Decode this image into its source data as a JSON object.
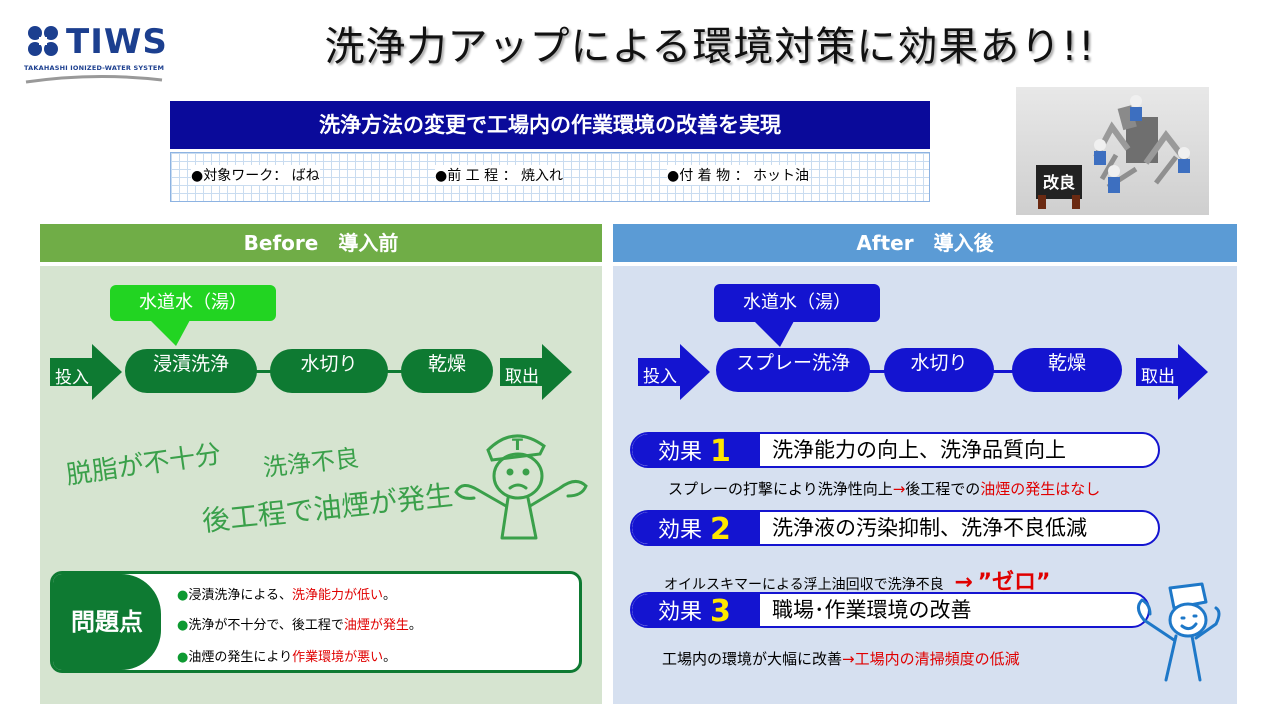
{
  "logo": {
    "brand": "TIWS",
    "tagline": "TAKAHASHI IONIZED-WATER SYSTEM"
  },
  "title": "洗浄力アップによる環境対策に効果あり!!",
  "subtitle": "洗浄方法の変更で工場内の作業環境の改善を実現",
  "info": {
    "work": "●対象ワーク： ばね",
    "process": "●前 工 程  ： 焼入れ",
    "deposit": "●付 着 物  ： ホット油"
  },
  "photo": {
    "sign_text": "改良"
  },
  "before": {
    "header": "Before　導入前",
    "callout": "水道水（湯）",
    "in_label": "投入",
    "out_label": "取出",
    "steps": [
      "浸漬洗浄",
      "水切り",
      "乾燥"
    ],
    "handwritten": [
      "脱脂が不十分",
      "洗浄不良",
      "後工程で油煙が発生"
    ],
    "character_cap_letter": "T",
    "problems_label": "問題点",
    "problems": [
      {
        "text": "浸漬洗浄による、",
        "highlight": "洗浄能力が低い",
        "tail": "。"
      },
      {
        "text": "洗浄が不十分で、後工程で",
        "highlight": "油煙が発生",
        "tail": "。"
      },
      {
        "text": "油煙の発生により",
        "highlight": "作業環境が悪い",
        "tail": "。"
      }
    ]
  },
  "after": {
    "header": "After　導入後",
    "callout": "水道水（湯）",
    "in_label": "投入",
    "out_label": "取出",
    "steps": [
      "スプレー洗浄",
      "水切り",
      "乾燥"
    ],
    "effect_word": "効果",
    "effects": [
      {
        "num": "1",
        "title": "洗浄能力の向上、洗浄品質向上",
        "note": "スプレーの打撃により洗浄性向上",
        "note_arrow": "→",
        "note_tail": "後工程での",
        "note_red": "油煙の発生はなし"
      },
      {
        "num": "2",
        "title": "洗浄液の汚染抑制、洗浄不良低減",
        "note": "オイルスキマーによる浮上油回収で洗浄不良",
        "note_arrow": "→",
        "note_red": "”ゼロ”"
      },
      {
        "num": "3",
        "title": "職場･作業環境の改善",
        "note": "工場内の環境が大幅に改善",
        "note_arrow": "→",
        "note_red": "工場内の清掃頻度の低減"
      }
    ]
  },
  "colors": {
    "green_dark": "#0e7a32",
    "green_header": "#70ad47",
    "blue_dark": "#1414d0",
    "blue_header": "#5b9bd5",
    "navy": "#0a0a9a",
    "red": "#e00000",
    "yellow": "#ffe600"
  }
}
